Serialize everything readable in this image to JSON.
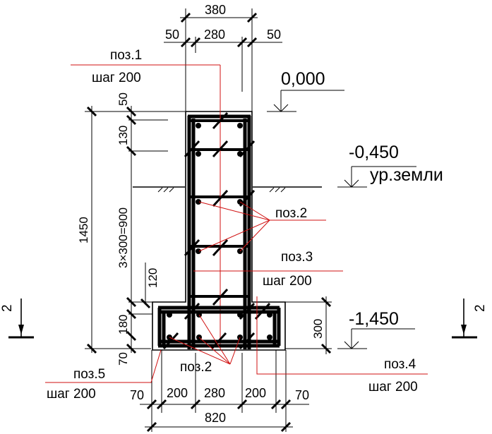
{
  "dimensions": {
    "top_total": "380",
    "top_left_cover": "50",
    "top_middle": "280",
    "top_right_cover": "50",
    "left_top_cover": "50",
    "left_step": "130",
    "left_spacing": "3×300=900",
    "left_total": "1450",
    "left_step2": "120",
    "left_slab": "180",
    "left_bottom_cover": "70",
    "right_slab": "300",
    "bottom_left_cover": "70",
    "bottom_left": "200",
    "bottom_middle": "280",
    "bottom_right": "200",
    "bottom_right_cover": "70",
    "bottom_total": "820"
  },
  "levels": {
    "top": "0,000",
    "ground": "-0,450",
    "ground_label": "ур.земли",
    "bottom": "-1,450"
  },
  "callouts": {
    "pos1": "поз.1",
    "pos1_step": "шаг 200",
    "pos2_right": "поз.2",
    "pos3": "поз.3",
    "pos3_step": "шаг 200",
    "pos2_bottom": "поз.2",
    "pos4": "поз.4",
    "pos4_step": "шаг 200",
    "pos5": "поз.5",
    "pos5_step": "шаг 200"
  },
  "section_marks": {
    "left": "2",
    "right": "2"
  }
}
